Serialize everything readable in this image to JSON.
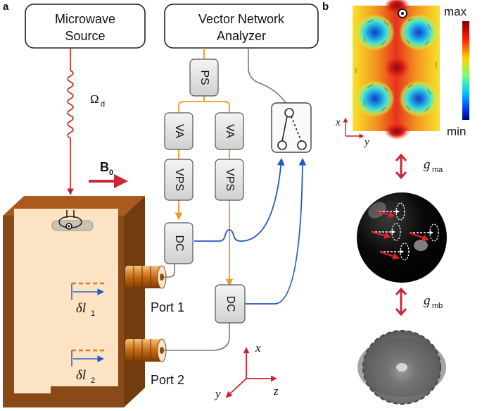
{
  "panel_labels": {
    "a": "a",
    "b": "b"
  },
  "instruments": {
    "microwave_source": [
      "Microwave",
      "Source"
    ],
    "vna": [
      "Vector Network",
      "Analyzer"
    ]
  },
  "drive_label": "Ω",
  "drive_subscript": "d",
  "field_label": "B",
  "field_subscript": "0",
  "components": {
    "ps": "PS",
    "va": "VA",
    "vps": "VPS",
    "dc": "DC"
  },
  "ports": {
    "port1": "Port 1",
    "port2": "Port 2"
  },
  "deltas": {
    "dl1_main": "δl",
    "dl1_sub": "1",
    "dl2_main": "δl",
    "dl2_sub": "2"
  },
  "axes_a": {
    "x": "x",
    "y": "y",
    "z": "z"
  },
  "axes_b": {
    "x": "x",
    "y": "y"
  },
  "colorbar": {
    "max": "max",
    "min": "min"
  },
  "couplings": {
    "gma_main": "g",
    "gma_sub": "ma",
    "gmb_main": "g",
    "gmb_sub": "mb"
  },
  "colors": {
    "microwave_line": "#c0201e",
    "orange_line": "#f0962f",
    "blue_line": "#2457c5",
    "gray_line": "#7a7a7a",
    "cavity_dark": "#8a4a17",
    "cavity_light": "#fbe3c4",
    "arrow_red": "#c8283a"
  },
  "icons": [
    "sphere-icon",
    "ellipsoid-icon",
    "switch-icon",
    "connector-icon"
  ]
}
